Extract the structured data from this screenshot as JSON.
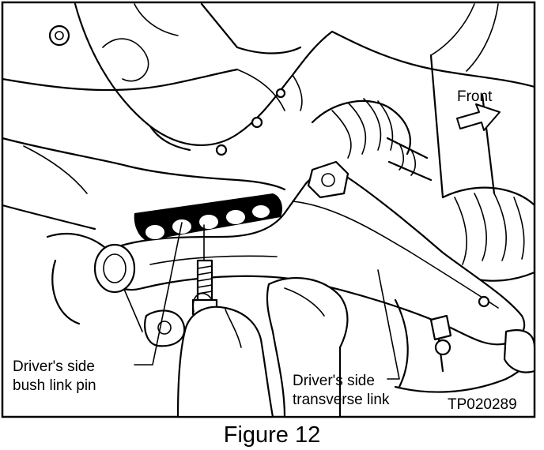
{
  "labels": {
    "front": "Front",
    "bush_link_pin_line1": "Driver's side",
    "bush_link_pin_line2": "bush link pin",
    "transverse_link_line1": "Driver's side",
    "transverse_link_line2": "transverse link",
    "ref_code": "TP020289"
  },
  "caption": "Figure 12",
  "colors": {
    "ink": "#000000",
    "paper": "#ffffff"
  }
}
